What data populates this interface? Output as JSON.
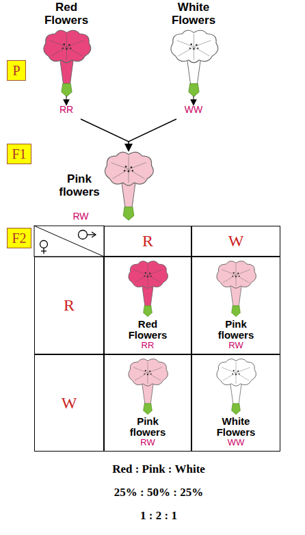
{
  "diagram": {
    "nodes": [
      {
        "text": [
          "P"
        ]
      },
      {
        "text": [
          "F1"
        ]
      },
      {
        "text": [
          "F2"
        ]
      },
      {
        "text": [
          "R"
        ]
      },
      {
        "text": [
          "W"
        ]
      },
      {
        "text": [
          "R"
        ]
      },
      {
        "text": [
          "Red Flowers",
          "RR"
        ]
      },
      {
        "text": [
          "Pink flowers",
          "RW"
        ]
      },
      {
        "text": [
          "W"
        ]
      },
      {
        "text": [
          "Pink flowers",
          "RW"
        ]
      },
      {
        "text": [
          "White Flowers",
          "WW"
        ]
      }
    ],
    "labels": [
      "Red Flowers",
      "White Flowers",
      "RR",
      "WW",
      "Pink flowers",
      "RW",
      "Red : Pink : White",
      "25% : 50% : 25%",
      "1 : 2 : 1"
    ]
  }
}
